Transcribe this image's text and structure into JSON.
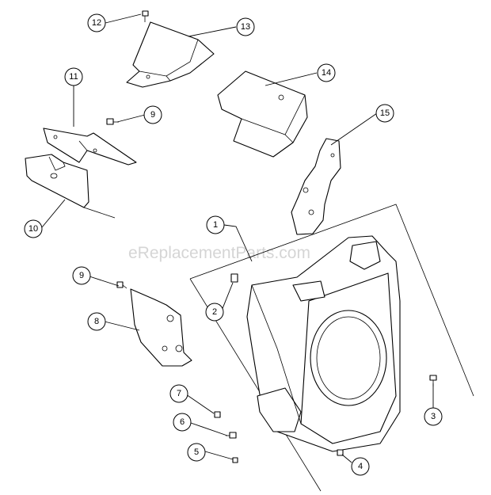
{
  "watermark": "eReplacementParts.com",
  "callouts": [
    {
      "id": "1",
      "label": "1"
    },
    {
      "id": "2",
      "label": "2"
    },
    {
      "id": "3",
      "label": "3"
    },
    {
      "id": "4",
      "label": "4"
    },
    {
      "id": "5",
      "label": "5"
    },
    {
      "id": "6",
      "label": "6"
    },
    {
      "id": "7",
      "label": "7"
    },
    {
      "id": "8",
      "label": "8"
    },
    {
      "id": "9a",
      "label": "9"
    },
    {
      "id": "9b",
      "label": "9"
    },
    {
      "id": "10",
      "label": "10"
    },
    {
      "id": "11",
      "label": "11"
    },
    {
      "id": "12",
      "label": "12"
    },
    {
      "id": "13",
      "label": "13"
    },
    {
      "id": "14",
      "label": "14"
    },
    {
      "id": "15",
      "label": "15"
    }
  ]
}
